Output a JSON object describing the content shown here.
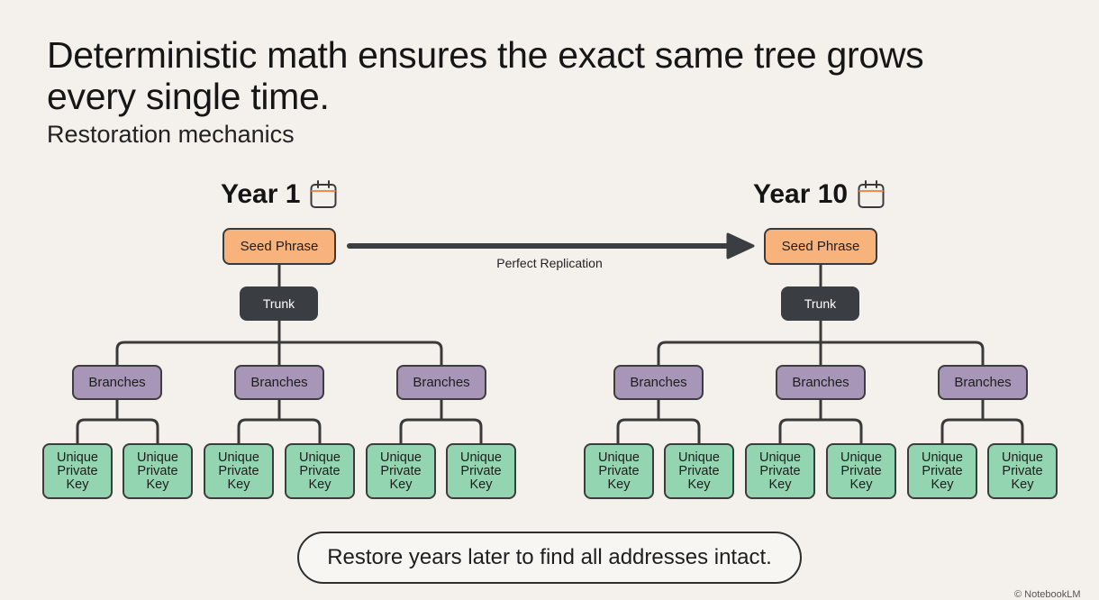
{
  "header": {
    "title": "Deterministic math ensures the exact same tree grows every single time.",
    "subtitle": "Restoration mechanics"
  },
  "trees": [
    {
      "year_label": "Year 1",
      "calendar_icon": "calendar-icon",
      "seed": "Seed Phrase",
      "trunk": "Trunk",
      "branches": [
        {
          "label": "Branches",
          "keys": [
            "Unique Private Key",
            "Unique Private Key"
          ]
        },
        {
          "label": "Branches",
          "keys": [
            "Unique Private Key",
            "Unique Private Key"
          ]
        },
        {
          "label": "Branches",
          "keys": [
            "Unique Private Key",
            "Unique Private Key"
          ]
        }
      ]
    },
    {
      "year_label": "Year 10",
      "calendar_icon": "calendar-icon",
      "seed": "Seed Phrase",
      "trunk": "Trunk",
      "branches": [
        {
          "label": "Branches",
          "keys": [
            "Unique Private Key",
            "Unique Private Key"
          ]
        },
        {
          "label": "Branches",
          "keys": [
            "Unique Private Key",
            "Unique Private Key"
          ]
        },
        {
          "label": "Branches",
          "keys": [
            "Unique Private Key",
            "Unique Private Key"
          ]
        }
      ]
    }
  ],
  "connection": {
    "label": "Perfect Replication"
  },
  "footer": {
    "message": "Restore years later to find all addresses intact."
  },
  "watermark": "© NotebookLM",
  "colors": {
    "seed": "#f8b27c",
    "trunk": "#3a3d42",
    "branch": "#a896b8",
    "key": "#93d5b0",
    "background": "#f4f1ec"
  }
}
